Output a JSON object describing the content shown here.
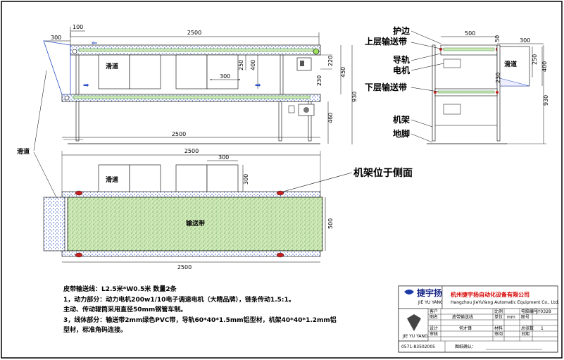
{
  "colors": {
    "belt_fill": "#cfe9b6",
    "belt_dots": "#3d8a4a",
    "frame_blue": "#2b4fc4",
    "frame_red": "#c42020",
    "logo_blue": "#1a3aa8",
    "company_red": "#d80000"
  },
  "dims": {
    "top_overall": "2500",
    "top_left_300": "300",
    "top_left_100": "100",
    "slide_h_250": "250",
    "slide_h_400": "400",
    "slide_w_300": "300",
    "gap_230": "230",
    "upper_220": "220",
    "upper_450": "450",
    "lower_460": "460",
    "total_930": "930",
    "mid_2500": "2500",
    "plan_top_2500": "2500",
    "plan_300": "300",
    "plan_300_v": "300",
    "plan_500": "500",
    "plan_bottom_2500": "2500",
    "side_500": "500",
    "side_50": "50",
    "side_300": "300",
    "side_250": "250",
    "side_400": "400",
    "side_230": "230",
    "side_930": "930"
  },
  "labels": {
    "slide_top": "滑道",
    "slide_plan": "滑道",
    "slide_left": "滑道",
    "belt_plan": "输送带",
    "frame_side_note": "机架位于侧面",
    "side_guard": "护边",
    "side_upper_belt": "上层输送带",
    "side_rail": "导轨",
    "side_motor": "电机",
    "side_slide": "滑道",
    "side_lower_belt": "下层输送带",
    "side_frame": "机架",
    "side_foot": "地脚"
  },
  "notes": {
    "line1": "皮带输送线：L2.5米*W0.5米   数量2条",
    "line2": "1，动力部分：动力电机200w1/10电子调速电机（大精品牌），链条传动1.5:1。",
    "line3": "主动、传动辊筒采用直径50mm钢管车制。",
    "line4": "3，线体部分：输送带2mm绿色PVC带，导轨60*40*1.5mm铝型材，机架40*40*1.2mm铝",
    "line5": "型材，标准角码连接。"
  },
  "title_block": {
    "logo_cn": "捷宇扬",
    "logo_en": "JIE YU YANG",
    "company_cn": "杭州捷宇扬自动化设备有限公司",
    "company_en": "Hangzhou JieYuYang Automatic Equipment Co., Ltd.",
    "client_label": "客户",
    "drawing_label": "图名",
    "drawing_name": "皮带输送线",
    "design_label": "设计",
    "designer": "何才锋",
    "review_label": "审核",
    "ratio_label": "比例",
    "unit_label": "单位",
    "unit_value": "mm",
    "drawing_no_label": "电脑编号",
    "drawing_no": "JY0328",
    "sheet_label": "图号",
    "material_label": "材料",
    "sheets_label": "总张数",
    "sheets_value": "1",
    "approve_label": "审阅",
    "date_label": "日期",
    "phone": "0571-83502005",
    "confirm_label": "图纸确认："
  }
}
